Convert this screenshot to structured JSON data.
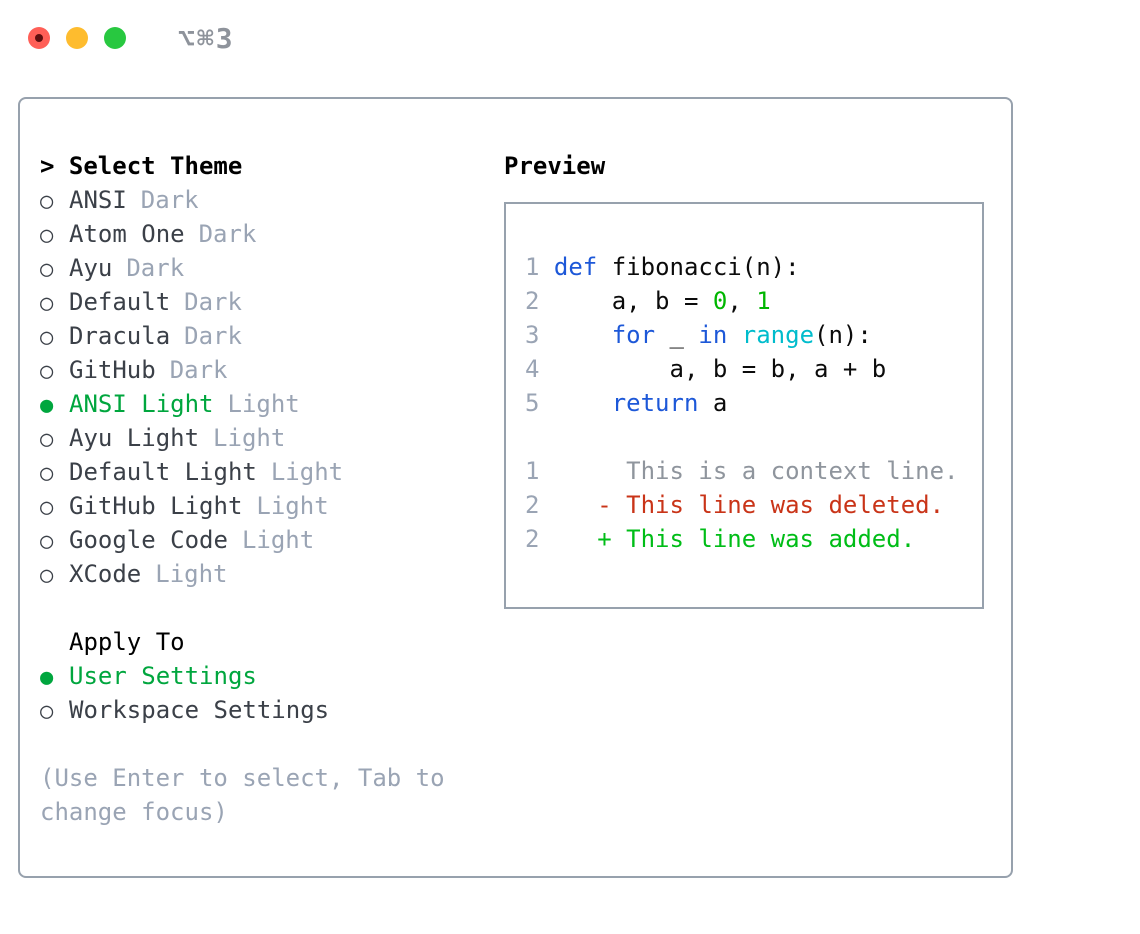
{
  "titlebar": {
    "shortcut": "⌥⌘3"
  },
  "theme_panel": {
    "header_prefix": "> ",
    "header": "Select Theme",
    "items": [
      {
        "marker": "○",
        "label": "ANSI",
        "variant": "Dark",
        "selected": false
      },
      {
        "marker": "○",
        "label": "Atom One",
        "variant": "Dark",
        "selected": false
      },
      {
        "marker": "○",
        "label": "Ayu",
        "variant": "Dark",
        "selected": false
      },
      {
        "marker": "○",
        "label": "Default",
        "variant": "Dark",
        "selected": false
      },
      {
        "marker": "○",
        "label": "Dracula",
        "variant": "Dark",
        "selected": false
      },
      {
        "marker": "○",
        "label": "GitHub",
        "variant": "Dark",
        "selected": false
      },
      {
        "marker": "●",
        "label": "ANSI Light",
        "variant": "Light",
        "selected": true
      },
      {
        "marker": "○",
        "label": "Ayu Light",
        "variant": "Light",
        "selected": false
      },
      {
        "marker": "○",
        "label": "Default Light",
        "variant": "Light",
        "selected": false
      },
      {
        "marker": "○",
        "label": "GitHub Light",
        "variant": "Light",
        "selected": false
      },
      {
        "marker": "○",
        "label": "Google Code",
        "variant": "Light",
        "selected": false
      },
      {
        "marker": "○",
        "label": "XCode",
        "variant": "Light",
        "selected": false
      }
    ],
    "apply_to": {
      "header": "Apply To",
      "options": [
        {
          "marker": "●",
          "label": "User Settings",
          "selected": true
        },
        {
          "marker": "○",
          "label": "Workspace Settings",
          "selected": false
        }
      ]
    },
    "hint": "(Use Enter to select, Tab to change focus)"
  },
  "preview": {
    "header": "Preview",
    "code_lines": [
      {
        "num": "1",
        "tokens": {
          "t0": "def",
          "t1": " fibonacci(n):"
        }
      },
      {
        "num": "2",
        "tokens": {
          "t0": "    a, b = ",
          "t1": "0",
          "t2": ", ",
          "t3": "1"
        }
      },
      {
        "num": "3",
        "tokens": {
          "t0": "    ",
          "t1": "for",
          "t2": " _ ",
          "t3": "in",
          "t4": " ",
          "t5": "range",
          "t6": "(n):"
        }
      },
      {
        "num": "4",
        "tokens": {
          "t0": "        a, b = b, a + b"
        }
      },
      {
        "num": "5",
        "tokens": {
          "t0": "    ",
          "t1": "return",
          "t2": " a"
        }
      }
    ],
    "diff_lines": [
      {
        "num": "1",
        "text": "     This is a context line."
      },
      {
        "num": "2",
        "text": "   - This line was deleted."
      },
      {
        "num": "2",
        "text": "   + This line was added."
      }
    ]
  },
  "colors": {
    "panel_border": "#97a1ad",
    "ui_green": "#00a63e",
    "keyword_blue": "#1d58d8",
    "builtin_cyan": "#00bccc",
    "number_green": "#00b600",
    "diff_red": "#c93418",
    "diff_green": "#00bd17",
    "muted_gray": "#9aa4b4",
    "traffic_red": "#ff5f57",
    "traffic_yellow": "#febc2e",
    "traffic_green": "#28c840"
  }
}
